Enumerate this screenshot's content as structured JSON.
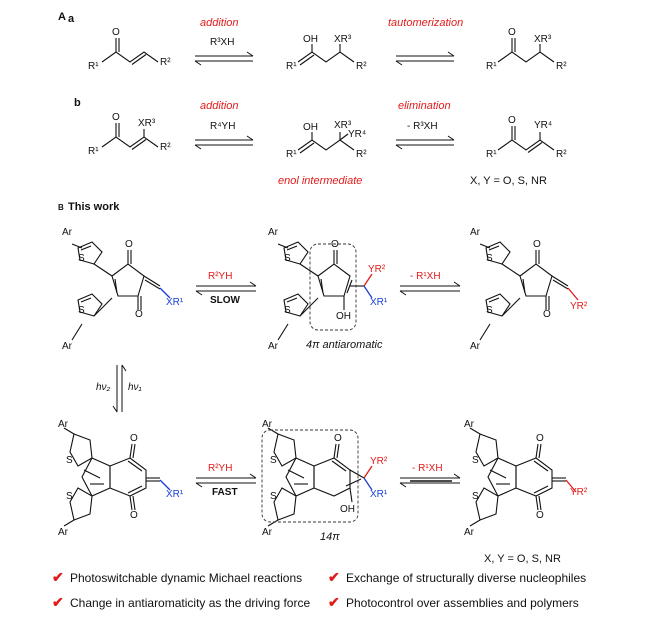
{
  "panel_a": {
    "letter": "A",
    "row_a": {
      "label": "a",
      "step1": "addition",
      "reagent1": "R³XH",
      "step2": "tautomerization",
      "sub_r1": "R¹",
      "sub_r2": "R²",
      "mid_oh": "OH",
      "mid_xr3": "XR³",
      "mid_r1": "R¹",
      "mid_r2": "R²",
      "prod_o": "O",
      "prod_xr3": "XR³",
      "prod_r1": "R¹",
      "prod_r2": "R²"
    },
    "row_b": {
      "label": "b",
      "step1": "addition",
      "reagent1": "R⁴YH",
      "step2": "elimination",
      "reagent2": "- R³XH",
      "sub_o": "O",
      "sub_xr3": "XR³",
      "sub_r1": "R¹",
      "sub_r2": "R²",
      "mid_oh": "OH",
      "mid_xr3": "XR³",
      "mid_yr4": "YR⁴",
      "mid_r1": "R¹",
      "mid_r2": "R²",
      "prod_o": "O",
      "prod_yr4": "YR⁴",
      "prod_r1": "R¹",
      "prod_r2": "R²",
      "enol": "enol intermediate",
      "xy": "X, Y = O, S, NR"
    }
  },
  "panel_b": {
    "letter": "B",
    "title": "This work",
    "ar": "Ar",
    "s": "S",
    "o": "O",
    "oh": "OH",
    "xr1": "XR¹",
    "yr2": "YR²",
    "top_reagent": "R²YH",
    "top_cond": "SLOW",
    "top_elim": "- R¹XH",
    "top_caption": "4π  antiaromatic",
    "hv2": "hν₂",
    "hv1": "hν₁",
    "bot_reagent": "R²YH",
    "bot_cond": "FAST",
    "bot_elim": "- R¹XH",
    "bot_caption": "14π",
    "xy": "X, Y = O, S, NR"
  },
  "highlights": [
    "Photoswitchable dynamic Michael reactions",
    "Exchange of structurally diverse nucleophiles",
    "Change in antiaromaticity as the driving force",
    "Photocontrol over assemblies and polymers"
  ],
  "colors": {
    "accent_red": "#e21b1b",
    "accent_blue": "#1a3fd6"
  },
  "icons": {
    "check": "✔"
  }
}
